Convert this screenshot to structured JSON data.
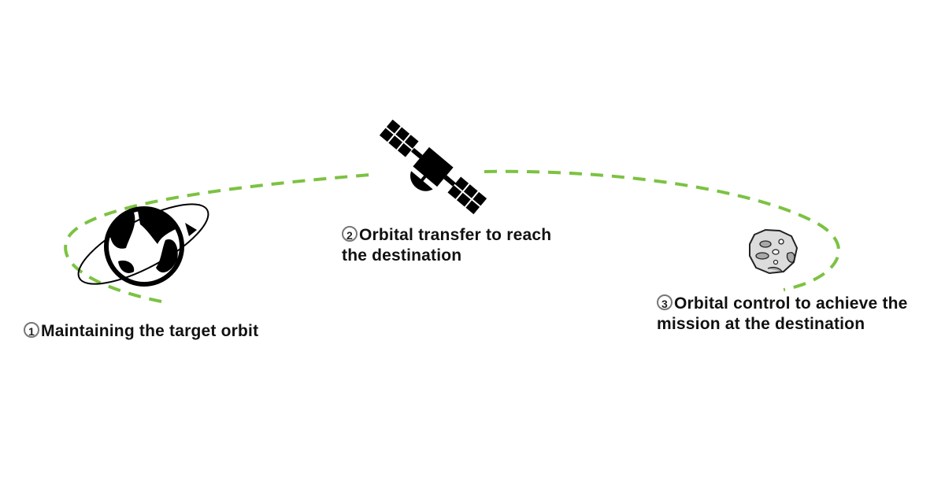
{
  "colors": {
    "path": "#7cc242",
    "icon": "#000000",
    "asteroid_fill": "#dcdcdc",
    "asteroid_crater": "#a8a8a8",
    "text": "#111111"
  },
  "steps": [
    {
      "number": "1",
      "icon": "earth-orbit-icon",
      "text": "Maintaining the target orbit",
      "line1": "Maintaining the target orbit"
    },
    {
      "number": "2",
      "icon": "satellite-icon",
      "line1": "Orbital transfer to reach",
      "line2": "the destination"
    },
    {
      "number": "3",
      "icon": "asteroid-icon",
      "line1": "Orbital control to achieve the",
      "line2": "mission at the destination"
    }
  ]
}
